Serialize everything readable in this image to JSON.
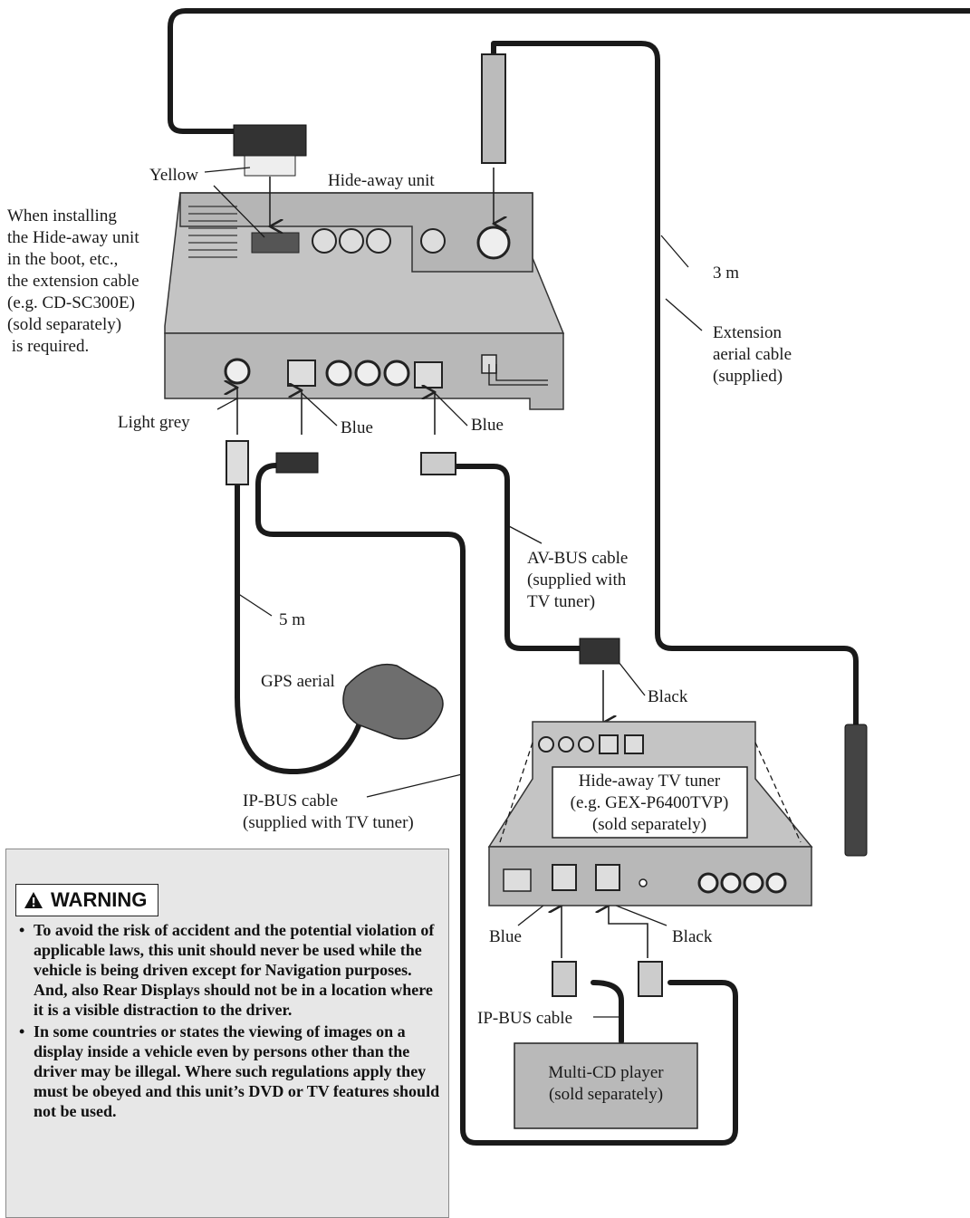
{
  "labels": {
    "yellow": "Yellow",
    "hide_away_unit": "Hide-away unit",
    "install_note": [
      "When installing",
      "the Hide-away unit",
      "in the boot, etc.,",
      "the extension cable",
      "(e.g. CD-SC300E)",
      "(sold separately)",
      " is required."
    ],
    "three_m": "3 m",
    "extension_aerial": [
      "Extension",
      "aerial cable",
      "(supplied)"
    ],
    "light_grey": "Light grey",
    "blue_left": "Blue",
    "blue_right": "Blue",
    "av_bus": [
      "AV-BUS cable",
      "(supplied with",
      "TV tuner)"
    ],
    "five_m": "5 m",
    "black_top": "Black",
    "gps_aerial": "GPS aerial",
    "ip_bus_tv": [
      "IP-BUS cable",
      "(supplied with TV tuner)"
    ],
    "tv_tuner_box": [
      "Hide-away TV tuner",
      "(e.g. GEX-P6400TVP)",
      "(sold separately)"
    ],
    "blue_bottom": "Blue",
    "black_bottom": "Black",
    "ip_bus_cd": "IP-BUS cable",
    "cd_player_box": [
      "Multi-CD player",
      "(sold separately)"
    ]
  },
  "warning": {
    "title": "WARNING",
    "icon": "warning-triangle-icon",
    "items": [
      "To avoid the risk of accident and the potential violation of applicable laws, this unit should never be used while the vehicle is being driven except for Navigation purposes. And, also Rear Displays should not be in a location where it is a visible distraction to the driver.",
      "In some countries or states the viewing of images on a display inside a vehicle even by persons other than the driver may be illegal. Where such regulations apply they must be obeyed and this unit’s DVD or TV features should not be used."
    ]
  }
}
